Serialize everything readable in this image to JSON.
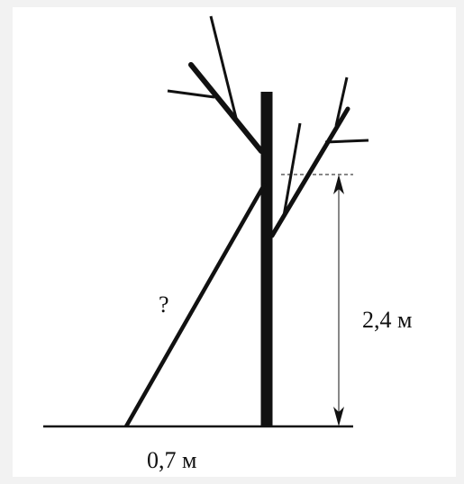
{
  "labels": {
    "unknown": "?",
    "height": "2,4 м",
    "distance": "0,7 м"
  },
  "values": {
    "height_m": 2.4,
    "distance_m": 0.7
  },
  "colors": {
    "ink": "#111111",
    "background": "#ffffff",
    "frame": "#f2f2f2"
  }
}
